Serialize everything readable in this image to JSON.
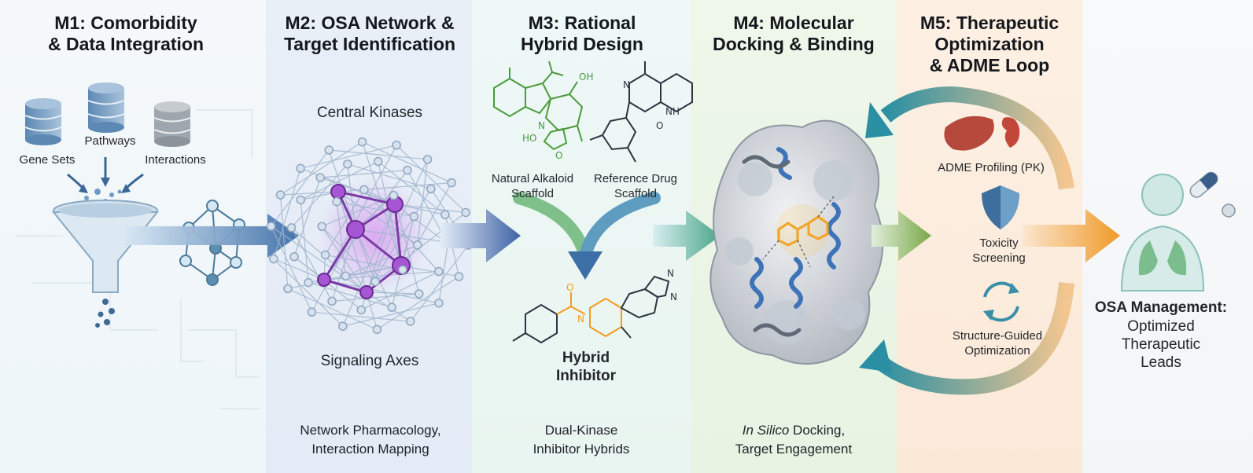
{
  "modules": [
    {
      "title": "M1: Comorbidity\n& Data Integration"
    },
    {
      "title": "M2: OSA Network &\nTarget Identification",
      "caption": "Network Pharmacology,\nInteraction Mapping"
    },
    {
      "title": "M3: Rational\nHybrid Design",
      "caption": "Dual-Kinase\nInhibitor Hybrids"
    },
    {
      "title": "M4: Molecular\nDocking & Binding",
      "caption_italic": "In Silico",
      "caption_rest": " Docking,\nTarget Engagement"
    },
    {
      "title": "M5: Therapeutic\nOptimization\n& ADME Loop"
    }
  ],
  "m1": {
    "labels": {
      "gene_sets": "Gene Sets",
      "pathways": "Pathways",
      "interactions": "Interactions"
    }
  },
  "m2": {
    "top_label": "Central Kinases",
    "bottom_label": "Signaling Axes"
  },
  "m3": {
    "natural": "Natural Alkaloid\nScaffold",
    "reference": "Reference Drug\nScaffold",
    "hybrid": "Hybrid\nInhibitor"
  },
  "m5": {
    "adme": "ADME Profiling (PK)",
    "toxicity": "Toxicity\nScreening",
    "optimization": "Structure-Guided\nOptimization"
  },
  "outcome": {
    "title": "OSA Management:",
    "text": "Optimized\nTherapeutic\nLeads"
  },
  "colors": {
    "arrow_blue": "#3a6fa8",
    "accent_green": "#5ea83c",
    "accent_orange": "#f0a030",
    "node_purple": "#a050c8",
    "hybrid_orange": "#f29b1d"
  }
}
